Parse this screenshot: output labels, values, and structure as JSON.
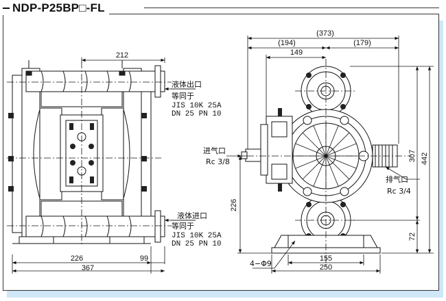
{
  "title": "NDP-P25BP□-FL",
  "dimensions": {
    "side_top": "212",
    "side_bottom_left": "226",
    "side_bottom_right": "99",
    "side_overall": "367",
    "front_total": "(373)",
    "front_left": "(194)",
    "front_right": "(179)",
    "front_inner": "149",
    "front_height_left": "226",
    "front_right_inner": "307",
    "front_right_total": "442",
    "front_right_low": "72",
    "front_base_inner": "155",
    "front_base_total": "250"
  },
  "labels": {
    "outlet_title": "液体出口",
    "outlet_eq": "等同于",
    "outlet_std1": "JIS 10K 25A",
    "outlet_std2": "DN 25 PN 10",
    "inlet_title": "液体进口",
    "inlet_eq": "等同于",
    "inlet_std1": "JIS 10K 25A",
    "inlet_std2": "DN 25 PN 10",
    "air_in": "进气口",
    "air_in_size": "Rc 3/8",
    "exhaust": "排气口",
    "exhaust_size": "Rc 3/4",
    "holes": "4−Φ9"
  }
}
